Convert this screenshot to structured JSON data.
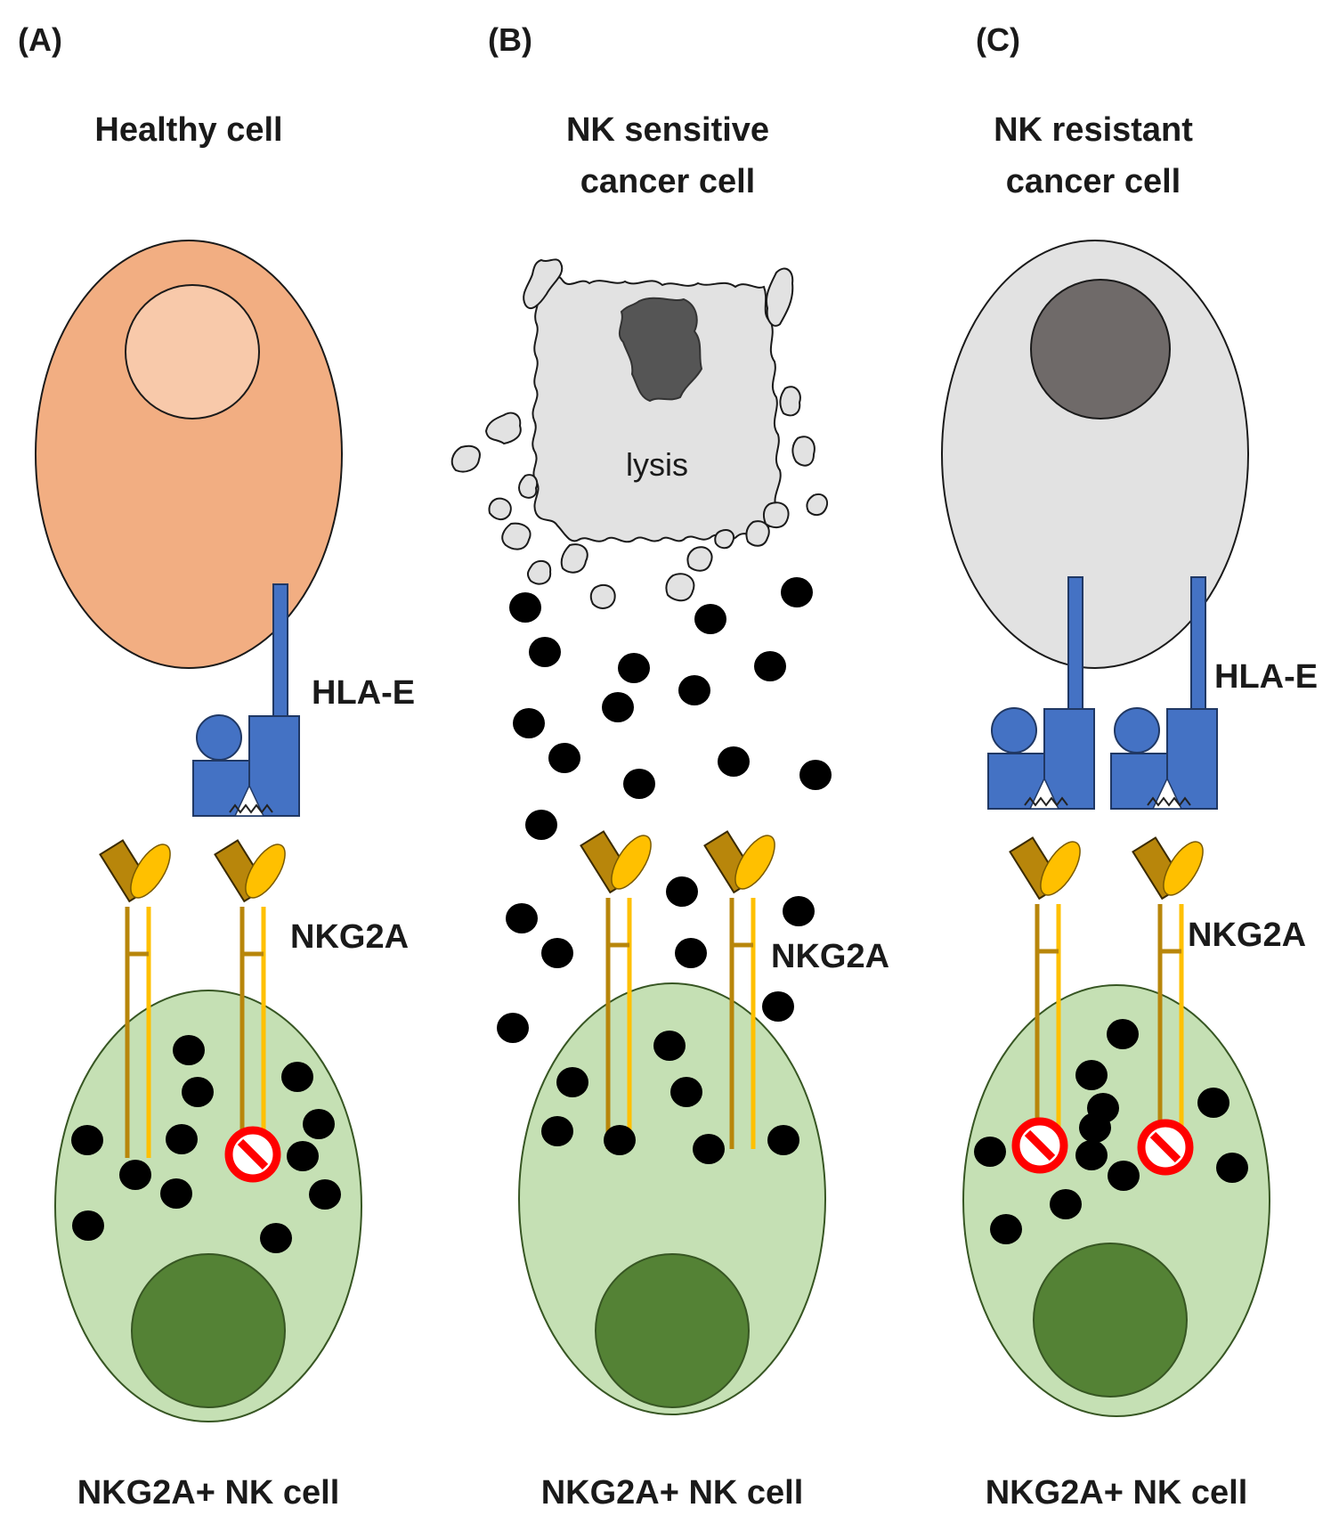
{
  "panels": [
    {
      "id": "A",
      "letter": "(A)",
      "title_lines": [
        "Healthy cell"
      ],
      "hla_label": "HLA-E",
      "nkg2a_label": "NKG2A",
      "nk_cell_label": "NKG2A+ NK cell",
      "target_cell": "healthy",
      "inhibition_icons": 1
    },
    {
      "id": "B",
      "letter": "(B)",
      "title_lines": [
        "NK sensitive",
        "cancer cell"
      ],
      "nkg2a_label": "NKG2A",
      "lysis_label": "lysis",
      "nk_cell_label": "NKG2A+ NK cell",
      "target_cell": "lysed",
      "inhibition_icons": 0
    },
    {
      "id": "C",
      "letter": "(C)",
      "title_lines": [
        "NK resistant",
        "cancer cell"
      ],
      "hla_label": "HLA-E",
      "nkg2a_label": "NKG2A",
      "nk_cell_label": "NKG2A+ NK cell",
      "target_cell": "resistant",
      "inhibition_icons": 2
    }
  ],
  "colors": {
    "healthy_cell": "#f2ae82",
    "healthy_nucleus": "#f8c9aa",
    "cancer_cell": "#e2e2e2",
    "cancer_nucleus": "#6f6a69",
    "lysed_nucleus": "#555555",
    "nk_cell": "#c5e0b4",
    "nk_nucleus": "#548235",
    "hla_e": "#4472c4",
    "receptor_dark": "#b8860b",
    "receptor_light": "#ffc000",
    "granule": "#000000",
    "inhibition": "#ff0000"
  },
  "icons": [
    "inhibition-no-sign-icon",
    "granule-icon",
    "hla-e-receptor-icon",
    "nkg2a-receptor-icon"
  ]
}
